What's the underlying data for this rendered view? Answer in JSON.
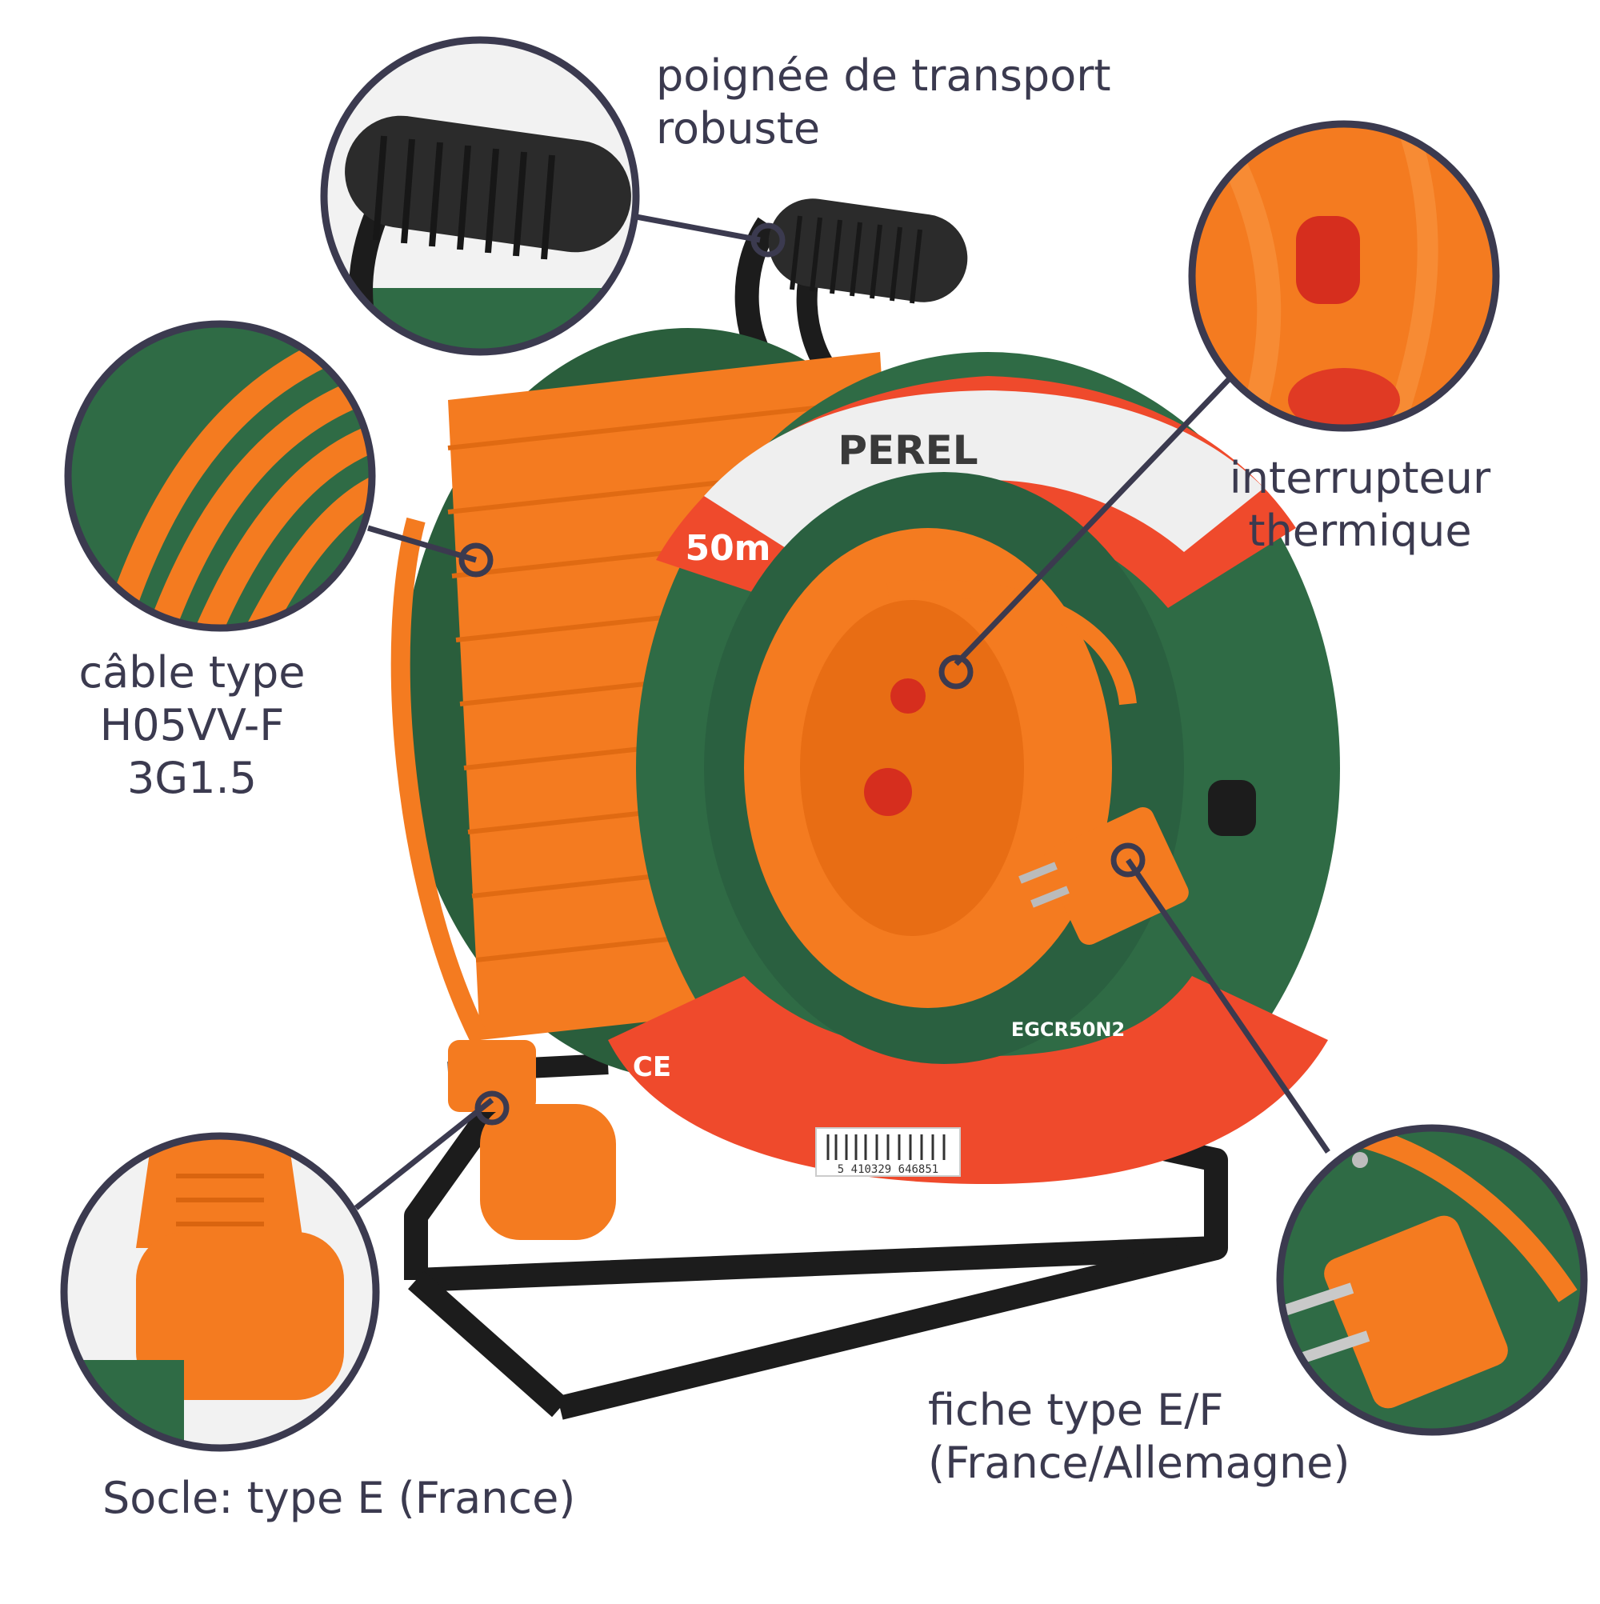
{
  "product": {
    "brand": "PEREL",
    "length_badge": "50m",
    "model": "EGCR50N2",
    "barcode": "5 410329 646851",
    "certifications": "CE"
  },
  "callouts": {
    "handle": {
      "line1": "poignée de transport",
      "line2": "robuste"
    },
    "thermal": {
      "line1": "interrupteur",
      "line2": "thermique"
    },
    "cable": {
      "line1": "câble type",
      "line2": "H05VV-F",
      "line3": "3G1.5"
    },
    "plug": {
      "line1": "fiche type E/F",
      "line2": "(France/Allemagne)"
    },
    "socket": {
      "line1": "Socle: type E (France)"
    }
  },
  "colors": {
    "label_text": "#3b3a4f",
    "callout_ring": "#3b3a4f",
    "reel_green": "#2f6b45",
    "cable_orange": "#f47b20",
    "label_red": "#ef4a2c",
    "frame_black": "#1c1c1c"
  }
}
